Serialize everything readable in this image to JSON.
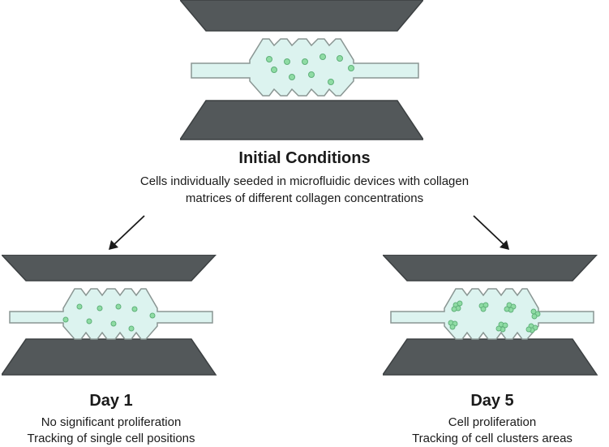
{
  "initial": {
    "title": "Initial Conditions",
    "desc_line1": "Cells individually seeded in microfluidic devices with collagen",
    "desc_line2": "matrices of different collagen concentrations"
  },
  "day1": {
    "title": "Day 1",
    "desc_line1": "No significant proliferation",
    "desc_line2": "Tracking of single cell positions"
  },
  "day5": {
    "title": "Day 5",
    "desc_line1": "Cell proliferation",
    "desc_line2": "Tracking of cell clusters areas"
  },
  "colors": {
    "post": "#53585a",
    "channel_fill": "#dcf3ef",
    "channel_stroke": "#8a9693",
    "cell_fill": "#8fdca4",
    "cell_stroke": "#5fb07a"
  }
}
